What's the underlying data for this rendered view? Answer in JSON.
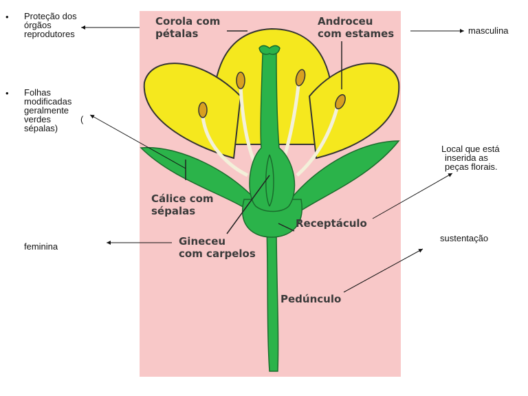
{
  "side_notes": {
    "protecao": "Proteção dos órgãos reprodutores",
    "protecao_lines": [
      "Proteção  dos",
      "órgãos",
      "reprodutores"
    ],
    "folhas_lines": [
      "Folhas",
      "modificadas",
      "geralmente",
      "verdes",
      "sépalas)"
    ],
    "folhas_paren": "(",
    "masculina": "masculina",
    "local_lines": [
      "Local que está",
      "inserida as",
      "peças florais."
    ],
    "sustentacao": "sustentação",
    "feminina": "feminina"
  },
  "flower_labels": {
    "corola": [
      "Corola com",
      "pétalas"
    ],
    "androceu": [
      "Androceu",
      "com estames"
    ],
    "calice": [
      "Cálice com",
      "sépalas"
    ],
    "receptaculo": "Receptáculo",
    "gineceu": [
      "Gineceu",
      "com carpelos"
    ],
    "pedunculo": "Pedúnculo"
  },
  "colors": {
    "background_panel": "#f8c8c8",
    "petal": "#f5e81e",
    "green": "#2bb34a",
    "stamen_anther": "#d8a020"
  }
}
